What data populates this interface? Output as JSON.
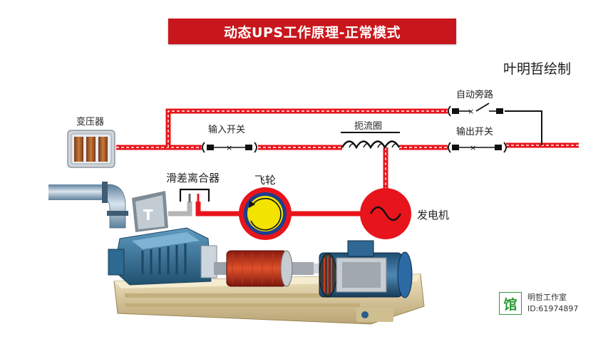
{
  "title": "动态UPS工作原理-正常模式",
  "author": "叶明哲绘制",
  "labels": {
    "transformer": "变压器",
    "input_switch": "输入开关",
    "choke": "扼流圈",
    "auto_bypass": "自动旁路",
    "output_switch": "输出开关",
    "slip_clutch": "滑差离合器",
    "flywheel": "飞轮",
    "generator": "发电机"
  },
  "watermark": {
    "logo_char": "馆",
    "studio": "明哲工作室",
    "id": "ID:61974897"
  },
  "colors": {
    "banner": "#c8171c",
    "power_line": "#e8141b",
    "flywheel_ring": "#1b3f8f",
    "flywheel_core": "#f2e300",
    "engine": "#2f6f95",
    "base": "#d9c99e"
  }
}
